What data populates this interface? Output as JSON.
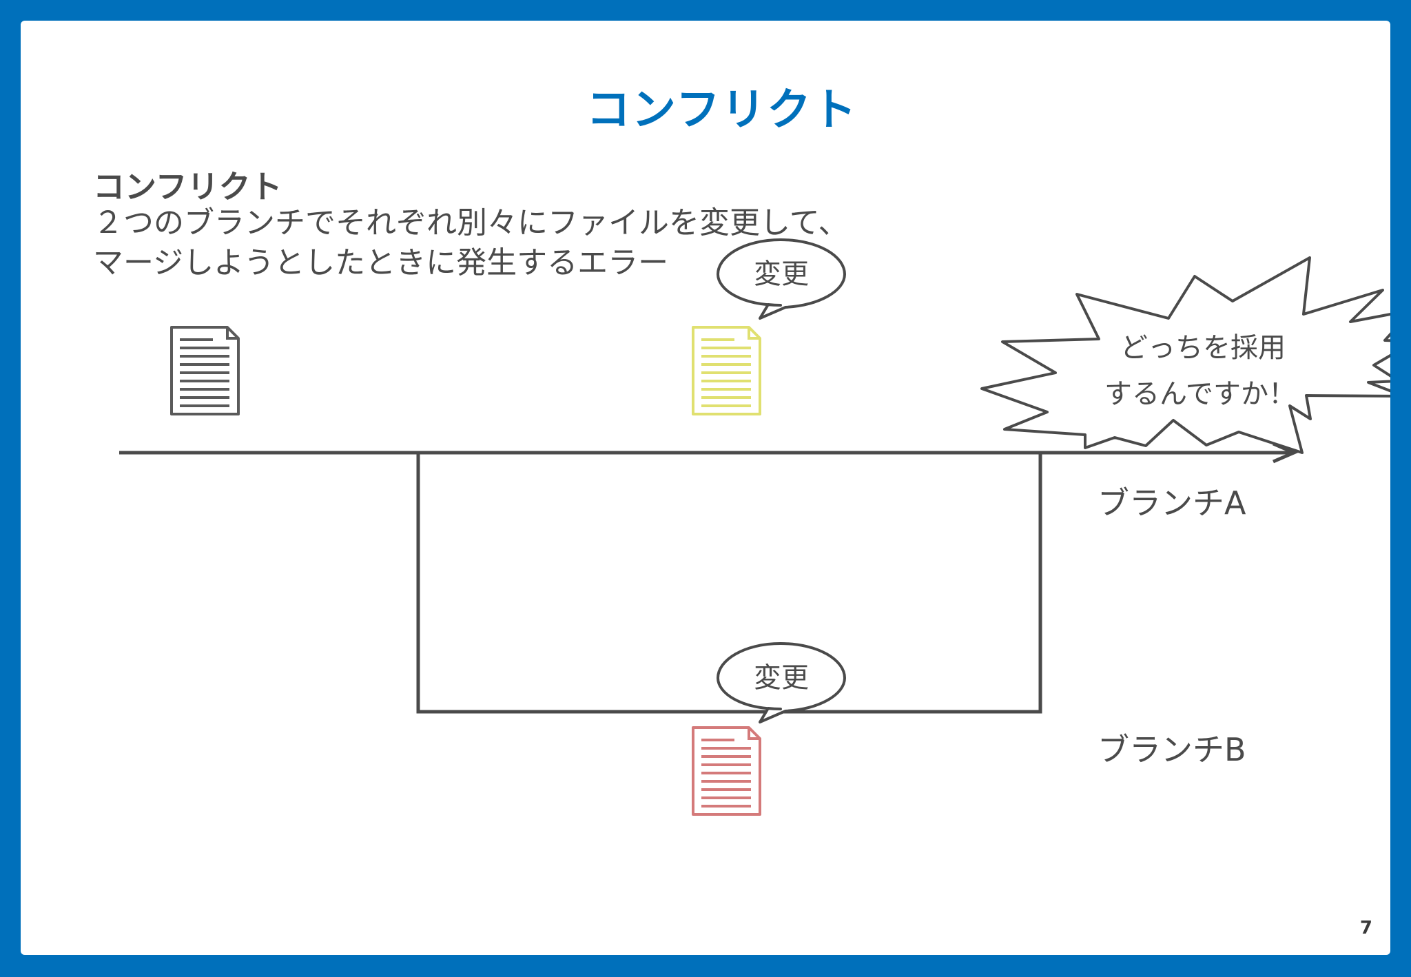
{
  "slide": {
    "title": "コンフリクト",
    "heading": "コンフリクト",
    "description_lines": [
      "２つのブランチでそれぞれ別々にファイルを変更して、",
      "マージしようとしたときに発生するエラー"
    ],
    "page_number": "7"
  },
  "diagram": {
    "branch_a_label": "ブランチA",
    "branch_b_label": "ブランチB",
    "change_label_top": "変更",
    "change_label_bottom": "変更",
    "burst_line1": "どっちを採用",
    "burst_line2": "するんですか！"
  },
  "colors": {
    "frame": "#0070bb",
    "title": "#0070bb",
    "line": "#4a4a4a",
    "file_original": "#5a5a5a",
    "file_branch_a": "#e0e070",
    "file_branch_b": "#d47a7a"
  },
  "icons": [
    "document-icon",
    "document-icon",
    "document-icon"
  ]
}
